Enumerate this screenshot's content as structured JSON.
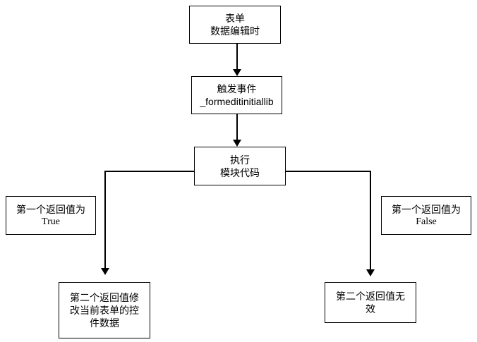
{
  "diagram": {
    "type": "flowchart",
    "colors": {
      "background": "#ffffff",
      "line": "#000000",
      "box_fill": "#ffffff",
      "text": "#000000"
    },
    "nodes": {
      "form_edit": {
        "lines": [
          "表单",
          "数据编辑时"
        ]
      },
      "trigger_event": {
        "lines": [
          "触发事件",
          "_formeditinitiallib"
        ]
      },
      "execute_module": {
        "lines": [
          "执行",
          "模块代码"
        ]
      },
      "label_true": {
        "lines": [
          "第一个返回值为",
          "True"
        ]
      },
      "label_false": {
        "lines": [
          "第一个返回值为",
          "False"
        ]
      },
      "result_modify": {
        "lines": [
          "第二个返回值修",
          "改当前表单的控",
          "件数据"
        ]
      },
      "result_invalid": {
        "lines": [
          "第二个返回值无",
          "效"
        ]
      }
    },
    "edges": [
      {
        "from": "form_edit",
        "to": "trigger_event"
      },
      {
        "from": "trigger_event",
        "to": "execute_module"
      },
      {
        "from": "execute_module",
        "to": "result_modify",
        "branch_label": "第一个返回值为 True"
      },
      {
        "from": "execute_module",
        "to": "result_invalid",
        "branch_label": "第一个返回值为 False"
      }
    ]
  }
}
